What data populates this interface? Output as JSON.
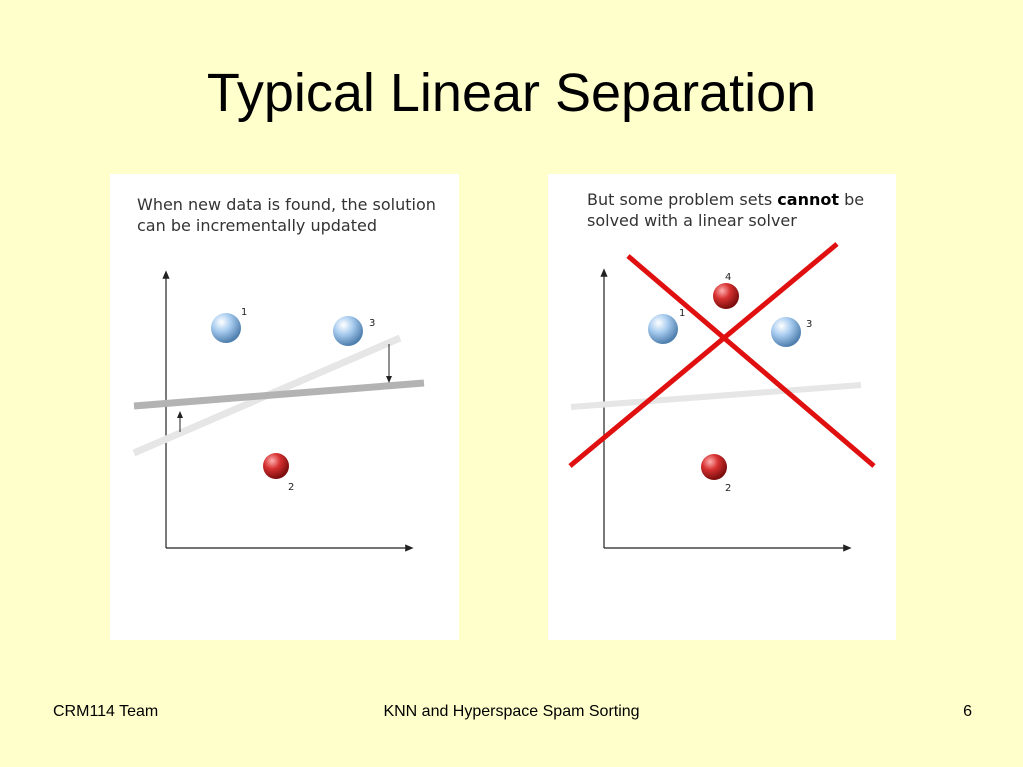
{
  "slide": {
    "title": "Typical Linear Separation"
  },
  "left_panel": {
    "caption": "When new data is found, the solution can be incrementally updated",
    "points": [
      {
        "label": "1",
        "class": "blue"
      },
      {
        "label": "3",
        "class": "blue"
      },
      {
        "label": "2",
        "class": "red"
      }
    ]
  },
  "right_panel": {
    "caption_prefix": "But some problem sets ",
    "caption_bold": "cannot",
    "caption_suffix": " be solved with a linear solver",
    "points": [
      {
        "label": "4",
        "class": "red"
      },
      {
        "label": "1",
        "class": "blue"
      },
      {
        "label": "3",
        "class": "blue"
      },
      {
        "label": "2",
        "class": "red"
      }
    ]
  },
  "colors": {
    "background": "#ffffcc",
    "blue_point": "#8fbbe6",
    "red_point": "#cc2222",
    "cross": "#e01010",
    "old_line": "#e6e6e6",
    "new_line": "#b3b3b3"
  },
  "footer": {
    "left": "CRM114 Team",
    "center": "KNN and Hyperspace Spam Sorting",
    "page_number": "6"
  }
}
